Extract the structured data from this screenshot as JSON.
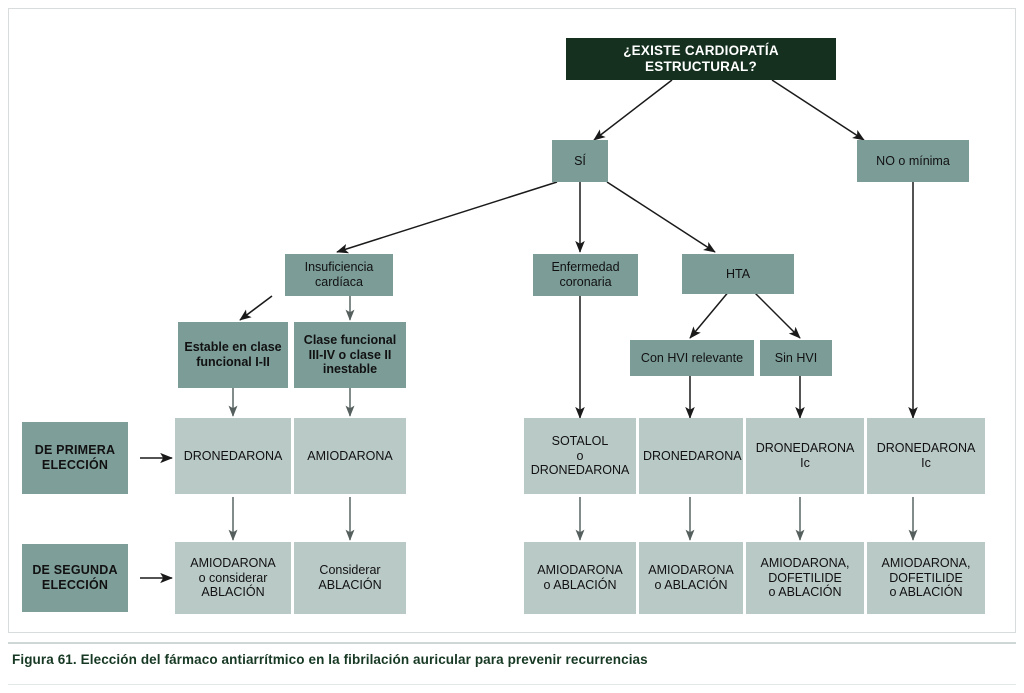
{
  "figure": {
    "caption_number": "Figura 61.",
    "caption_text": "Elección del fármaco antiarrítmico en la fibrilación auricular para prevenir recurrencias"
  },
  "colors": {
    "header_box": "#15301f",
    "mid_box": "#7b9c97",
    "side_label_box": "#7e9e99",
    "light_box": "#b9c9c6",
    "arrow": "#1a1a1a",
    "frame": "#d8dcdc",
    "caption_text": "#173924"
  },
  "chart_data": {
    "type": "diagram",
    "title": "Elección del fármaco antiarrítmico en la fibrilación auricular para prevenir recurrencias",
    "nodes": [
      {
        "id": "root",
        "label": "¿EXISTE CARDIOPATÍA ESTRUCTURAL?",
        "style": "header"
      },
      {
        "id": "si",
        "label": "SÍ",
        "style": "mid"
      },
      {
        "id": "no",
        "label": "NO o mínima",
        "style": "mid"
      },
      {
        "id": "ic",
        "label": "Insuficiencia\ncardíaca",
        "style": "mid"
      },
      {
        "id": "ec",
        "label": "Enfermedad\ncoronaria",
        "style": "mid"
      },
      {
        "id": "hta",
        "label": "HTA",
        "style": "mid"
      },
      {
        "id": "estable",
        "label": "Estable en clase\nfuncional I-II",
        "style": "mid-bold"
      },
      {
        "id": "clase34",
        "label": "Clase funcional\nIII-IV o clase II\ninestable",
        "style": "mid-bold"
      },
      {
        "id": "conhvi",
        "label": "Con HVI relevante",
        "style": "mid"
      },
      {
        "id": "sinhvi",
        "label": "Sin HVI",
        "style": "mid"
      },
      {
        "id": "primera",
        "label": "DE PRIMERA\nELECCIÓN",
        "style": "side"
      },
      {
        "id": "segunda",
        "label": "DE SEGUNDA\nELECCIÓN",
        "style": "side"
      },
      {
        "id": "p1",
        "label": "DRONEDARONA",
        "style": "light"
      },
      {
        "id": "p2",
        "label": "AMIODARONA",
        "style": "light"
      },
      {
        "id": "p3",
        "label": "SOTALOL\no\nDRONEDARONA",
        "style": "light"
      },
      {
        "id": "p4",
        "label": "DRONEDARONA",
        "style": "light"
      },
      {
        "id": "p5",
        "label": "DRONEDARONA\nIc",
        "style": "light"
      },
      {
        "id": "p6",
        "label": "DRONEDARONA\nIc",
        "style": "light"
      },
      {
        "id": "s1",
        "label": "AMIODARONA\no considerar\nABLACIÓN",
        "style": "light"
      },
      {
        "id": "s2",
        "label": "Considerar\nABLACIÓN",
        "style": "light"
      },
      {
        "id": "s3",
        "label": "AMIODARONA\no ABLACIÓN",
        "style": "light"
      },
      {
        "id": "s4",
        "label": "AMIODARONA\no ABLACIÓN",
        "style": "light"
      },
      {
        "id": "s5",
        "label": "AMIODARONA,\nDOFETILIDE\no ABLACIÓN",
        "style": "light"
      },
      {
        "id": "s6",
        "label": "AMIODARONA,\nDOFETILIDE\no ABLACIÓN",
        "style": "light"
      }
    ],
    "edges": [
      {
        "from": "root",
        "to": "si"
      },
      {
        "from": "root",
        "to": "no"
      },
      {
        "from": "si",
        "to": "ic"
      },
      {
        "from": "si",
        "to": "ec"
      },
      {
        "from": "si",
        "to": "hta"
      },
      {
        "from": "ic",
        "to": "estable"
      },
      {
        "from": "ic",
        "to": "clase34"
      },
      {
        "from": "hta",
        "to": "conhvi"
      },
      {
        "from": "hta",
        "to": "sinhvi"
      },
      {
        "from": "estable",
        "to": "p1"
      },
      {
        "from": "clase34",
        "to": "p2"
      },
      {
        "from": "ec",
        "to": "p3"
      },
      {
        "from": "conhvi",
        "to": "p4"
      },
      {
        "from": "sinhvi",
        "to": "p5"
      },
      {
        "from": "no",
        "to": "p6"
      },
      {
        "from": "primera",
        "to": "p1"
      },
      {
        "from": "p1",
        "to": "s1"
      },
      {
        "from": "p2",
        "to": "s2"
      },
      {
        "from": "p3",
        "to": "s3"
      },
      {
        "from": "p4",
        "to": "s4"
      },
      {
        "from": "p5",
        "to": "s5"
      },
      {
        "from": "p6",
        "to": "s6"
      },
      {
        "from": "segunda",
        "to": "s1"
      }
    ]
  },
  "nodes": {
    "root": {
      "line1": "¿EXISTE CARDIOPATÍA ESTRUCTURAL?"
    },
    "si": {
      "line1": "SÍ"
    },
    "no": {
      "line1": "NO o mínima"
    },
    "ic": {
      "line1": "Insuficiencia",
      "line2": "cardíaca"
    },
    "ec": {
      "line1": "Enfermedad",
      "line2": "coronaria"
    },
    "hta": {
      "line1": "HTA"
    },
    "estable": {
      "line1": "Estable en clase",
      "line2": "funcional I-II"
    },
    "clase34": {
      "line1": "Clase funcional",
      "line2": "III-IV o clase II",
      "line3": "inestable"
    },
    "conhvi": {
      "line1": "Con HVI relevante"
    },
    "sinhvi": {
      "line1": "Sin HVI"
    },
    "primera": {
      "line1": "DE PRIMERA",
      "line2": "ELECCIÓN"
    },
    "segunda": {
      "line1": "DE SEGUNDA",
      "line2": "ELECCIÓN"
    },
    "p1": {
      "line1": "DRONEDARONA"
    },
    "p2": {
      "line1": "AMIODARONA"
    },
    "p3": {
      "line1": "SOTALOL",
      "line2": "o",
      "line3": "DRONEDARONA"
    },
    "p4": {
      "line1": "DRONEDARONA"
    },
    "p5": {
      "line1": "DRONEDARONA",
      "line2": "Ic"
    },
    "p6": {
      "line1": "DRONEDARONA",
      "line2": "Ic"
    },
    "s1": {
      "line1": "AMIODARONA",
      "line2": "o considerar",
      "line3": "ABLACIÓN"
    },
    "s2": {
      "line1": "Considerar",
      "line2": "ABLACIÓN"
    },
    "s3": {
      "line1": "AMIODARONA",
      "line2": "o ABLACIÓN"
    },
    "s4": {
      "line1": "AMIODARONA",
      "line2": "o ABLACIÓN"
    },
    "s5": {
      "line1": "AMIODARONA,",
      "line2": "DOFETILIDE",
      "line3": "o ABLACIÓN"
    },
    "s6": {
      "line1": "AMIODARONA,",
      "line2": "DOFETILIDE",
      "line3": "o ABLACIÓN"
    }
  }
}
